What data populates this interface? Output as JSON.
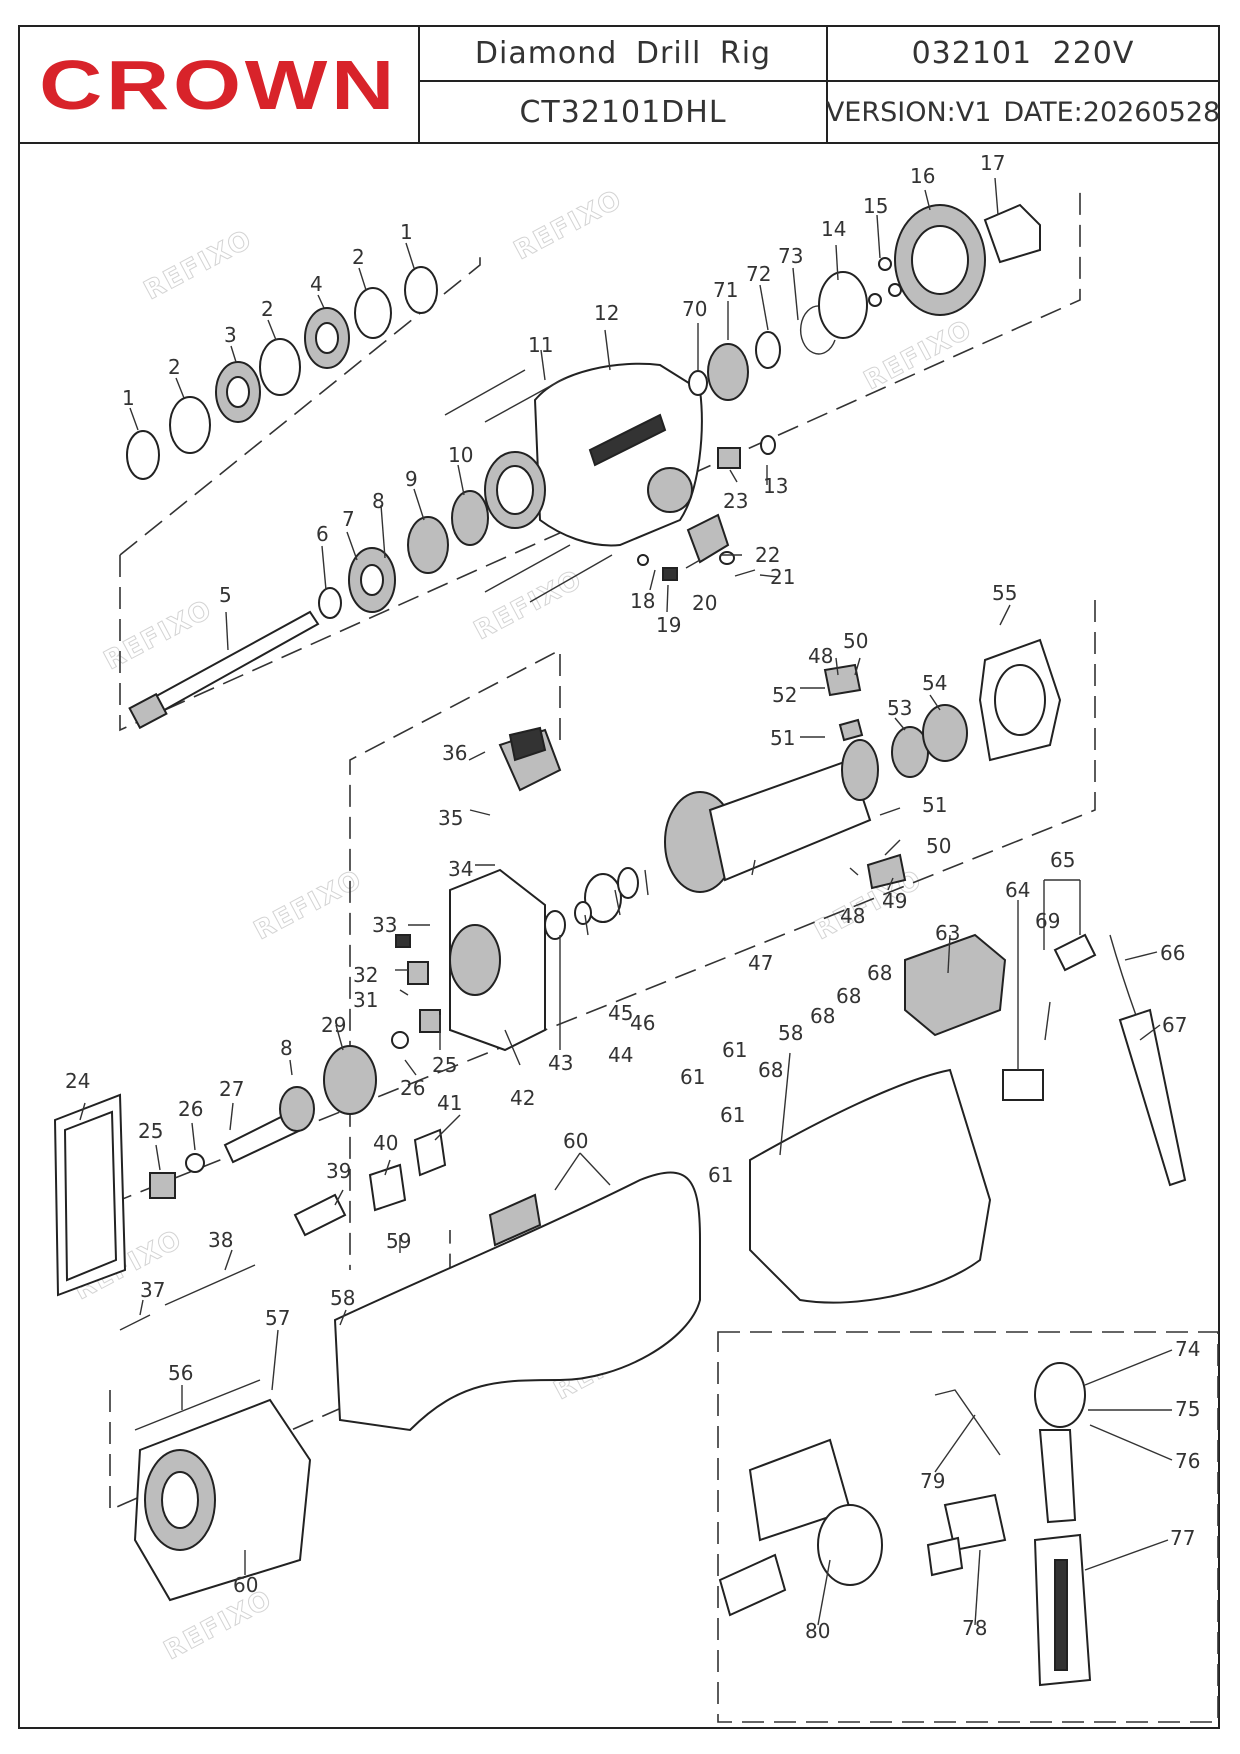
{
  "header": {
    "brand": "CROWN",
    "title": "Diamond Drill Rig",
    "code_voltage": "032101 220V",
    "model": "CT32101DHL",
    "version": "VERSION:V1",
    "date": "DATE:20260528"
  },
  "watermark": "REFIXO",
  "part_labels": [
    "1",
    "2",
    "3",
    "2",
    "4",
    "2",
    "1",
    "5",
    "6",
    "7",
    "8",
    "9",
    "10",
    "11",
    "12",
    "13",
    "14",
    "15",
    "16",
    "17",
    "18",
    "19",
    "20",
    "21",
    "22",
    "23",
    "70",
    "71",
    "72",
    "73",
    "24",
    "25",
    "26",
    "27",
    "8",
    "29",
    "25",
    "26",
    "31",
    "32",
    "33",
    "34",
    "35",
    "36",
    "37",
    "38",
    "39",
    "40",
    "41",
    "42",
    "43",
    "44",
    "45",
    "46",
    "47",
    "48",
    "50",
    "52",
    "51",
    "53",
    "54",
    "55",
    "51",
    "50",
    "48",
    "49",
    "57",
    "56",
    "58",
    "59",
    "60",
    "60",
    "61",
    "61",
    "61",
    "61",
    "68",
    "68",
    "68",
    "68",
    "58",
    "63",
    "64",
    "65",
    "69",
    "66",
    "67",
    "74",
    "75",
    "76",
    "77",
    "78",
    "79",
    "80"
  ]
}
